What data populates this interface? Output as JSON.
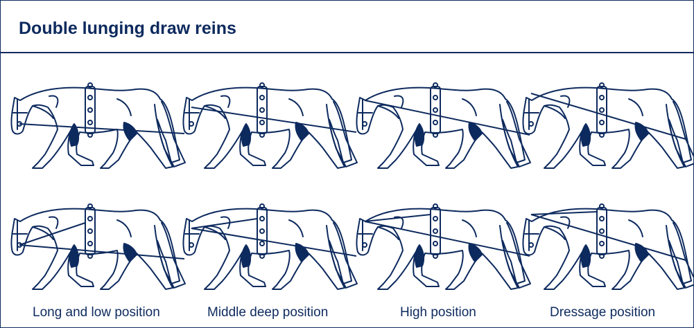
{
  "title": "Double lunging draw reins",
  "positions": [
    {
      "label": "Long and low position"
    },
    {
      "label": "Middle deep position"
    },
    {
      "label": "High position"
    },
    {
      "label": "Dressage position"
    }
  ],
  "colors": {
    "ink": "#0d2a5e",
    "background": "#ffffff"
  }
}
